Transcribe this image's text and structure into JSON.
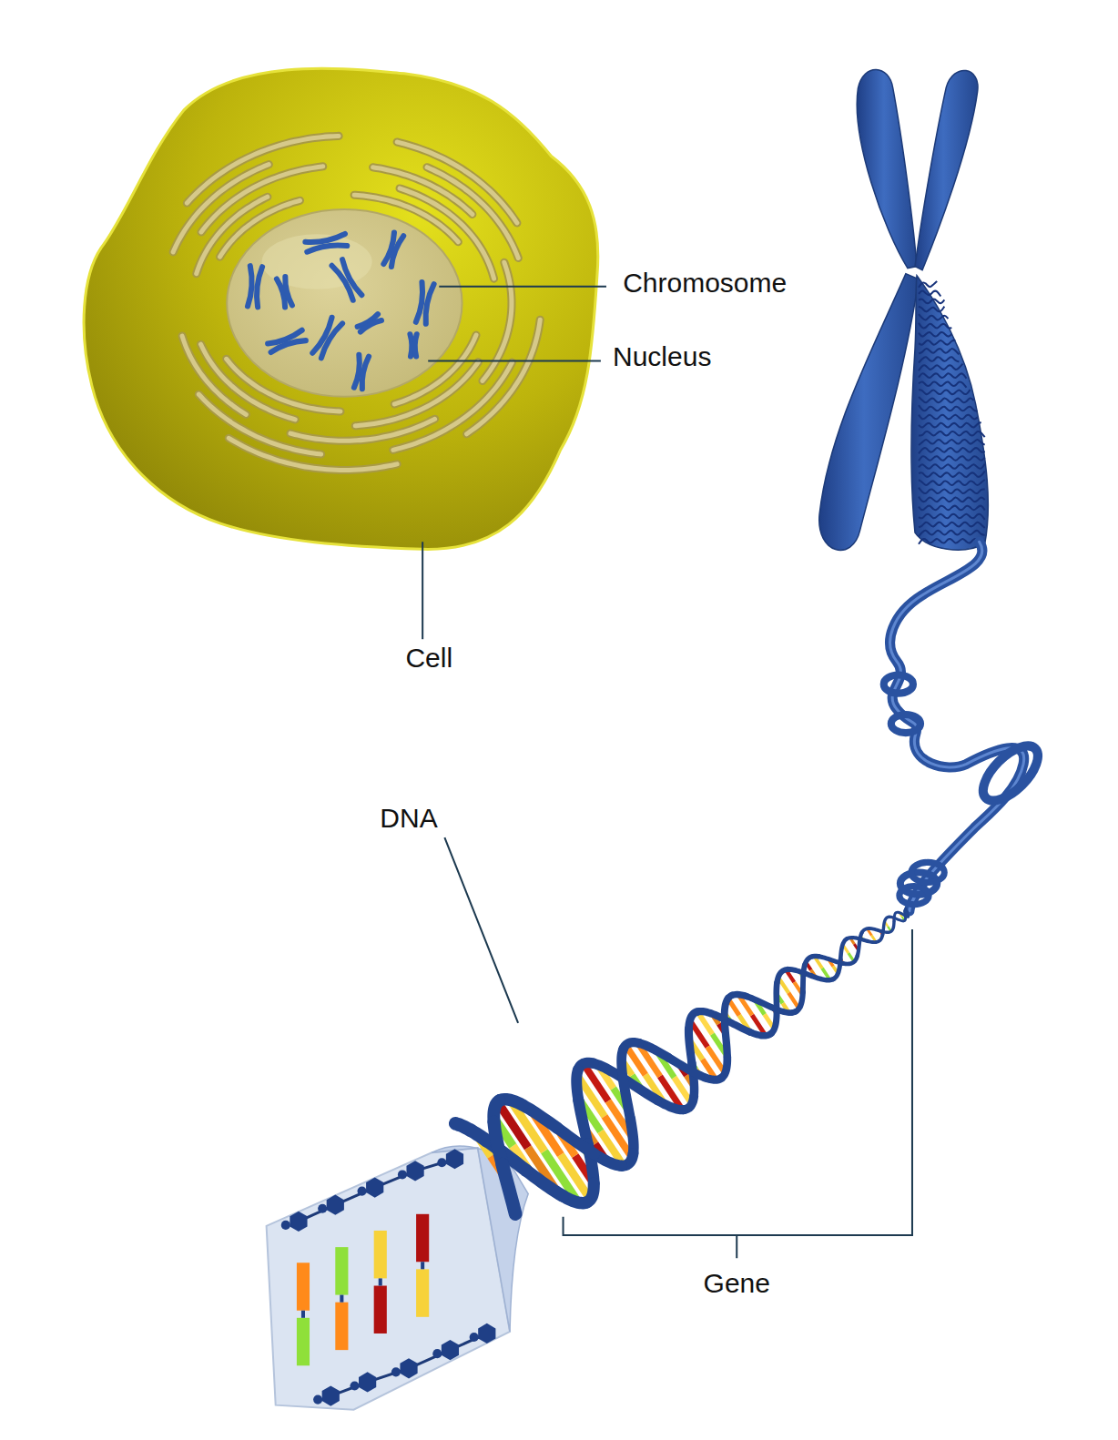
{
  "diagram": {
    "labels": [
      "Chromosome",
      "Nucleus",
      "Cell",
      "DNA",
      "Gene"
    ]
  }
}
